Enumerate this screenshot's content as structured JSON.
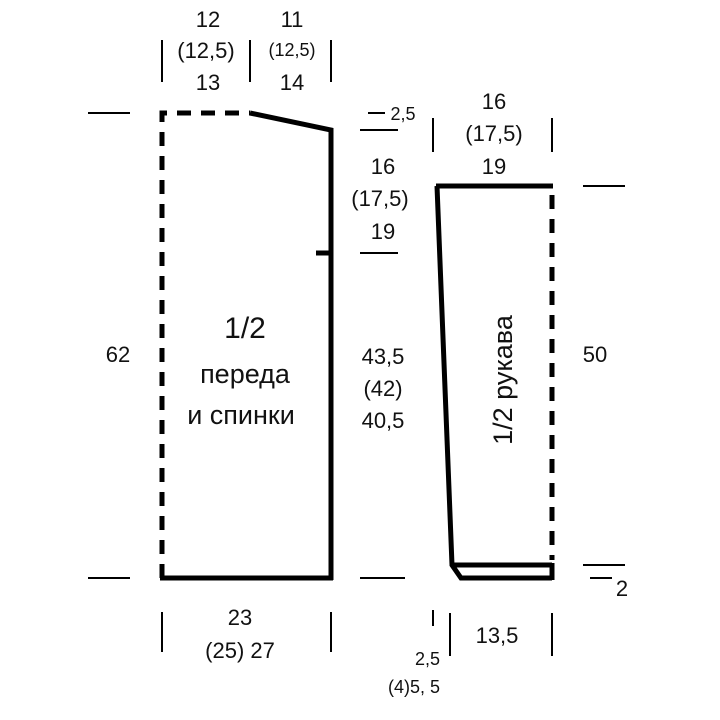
{
  "body_piece": {
    "label_line1": "1/2",
    "label_line2": "переда",
    "label_line3": "и спинки",
    "top_left_width": [
      "12",
      "(12,5)",
      "13"
    ],
    "top_right_width": [
      "11",
      "(12,5)",
      "14"
    ],
    "height_total": "62",
    "shoulder_drop": "2,5",
    "armhole_depth": [
      "16",
      "(17,5)",
      "19"
    ],
    "side_length": [
      "43,5",
      "(42)",
      "40,5"
    ],
    "bottom_width_line1": "23",
    "bottom_width_line2": "(25)  27"
  },
  "sleeve_piece": {
    "label": "1/2 рукава",
    "top_width": [
      "16",
      "(17,5)",
      "19"
    ],
    "length": "50",
    "cuff_height": "2",
    "bottom_width": "13,5",
    "increase_line1": "2,5",
    "increase_line2": "(4)5, 5"
  }
}
